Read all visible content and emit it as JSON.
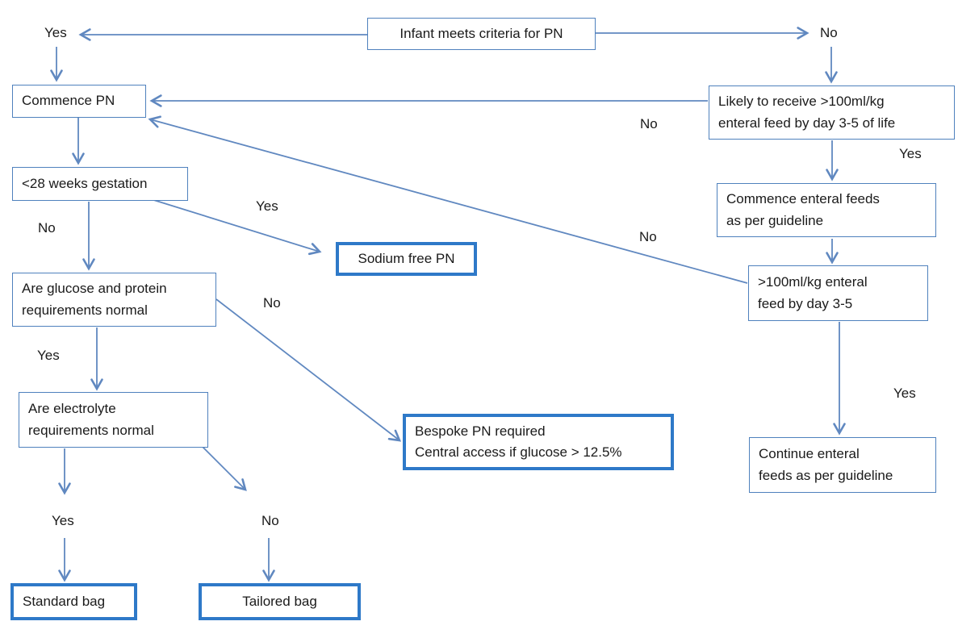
{
  "colors": {
    "bg": "#ffffff",
    "text": "#1a1a1a",
    "box_border": "#4f81bd",
    "emphasis_border": "#2e79c8",
    "arrow": "#6088c0"
  },
  "nodes": {
    "infant_criteria": {
      "label": "Infant meets criteria for PN"
    },
    "commence_pn": {
      "label": "Commence PN"
    },
    "likely_receive": {
      "line1": "Likely to receive >100ml/kg",
      "line2": "enteral feed by day 3-5 of life"
    },
    "lt28_weeks": {
      "label": "<28 weeks gestation"
    },
    "commence_enteral": {
      "line1": "Commence enteral feeds",
      "line2": "as per guideline"
    },
    "sodium_free": {
      "label": "Sodium free PN"
    },
    "gt100_feed": {
      "line1": ">100ml/kg enteral",
      "line2": "feed by day 3-5"
    },
    "glucose_protein": {
      "line1": "Are glucose and protein",
      "line2": "requirements normal"
    },
    "electrolyte": {
      "line1": "Are electrolyte",
      "line2": "requirements normal"
    },
    "bespoke_pn": {
      "line1": "Bespoke PN required",
      "line2": "Central access if glucose > 12.5%"
    },
    "continue_enteral": {
      "line1": "Continue enteral",
      "line2": "feeds as per guideline"
    },
    "standard_bag": {
      "label": "Standard bag"
    },
    "tailored_bag": {
      "label": "Tailored bag"
    }
  },
  "edge_labels": {
    "criteria_yes": "Yes",
    "criteria_no": "No",
    "likely_no": "No",
    "likely_yes": "Yes",
    "gestation_yes": "Yes",
    "gestation_no": "No",
    "feed_no": "No",
    "glucose_no": "No",
    "glucose_yes": "Yes",
    "feed_yes": "Yes",
    "electrolyte_yes": "Yes",
    "electrolyte_no": "No"
  }
}
